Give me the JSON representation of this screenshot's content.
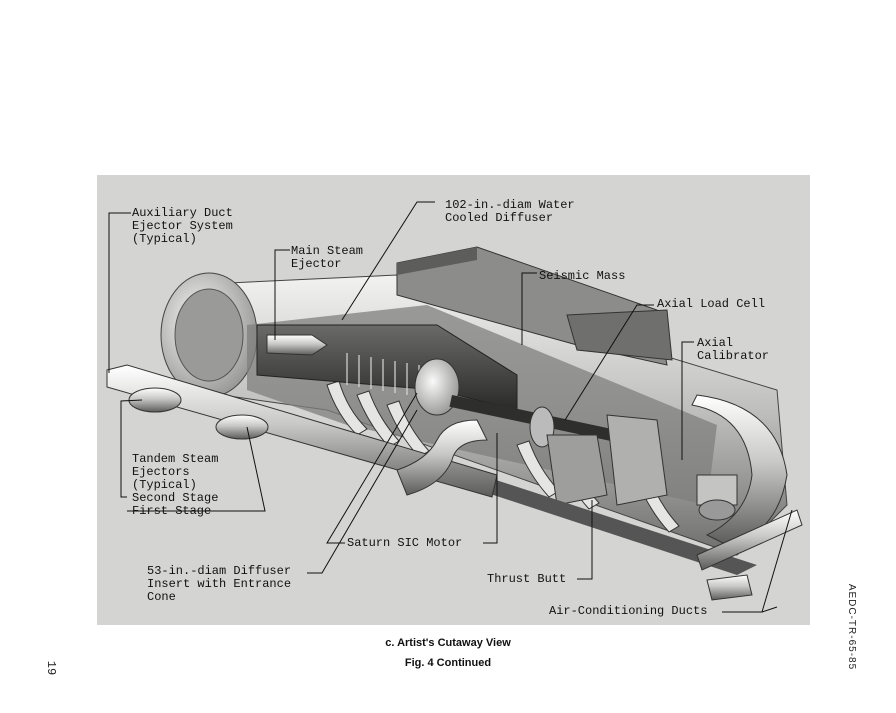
{
  "figure": {
    "labels": {
      "aux_duct_1": "Auxiliary Duct",
      "aux_duct_2": "Ejector System",
      "aux_duct_3": "(Typical)",
      "diffuser102_1": "102-in.-diam Water",
      "diffuser102_2": "Cooled Diffuser",
      "main_steam_1": "Main Steam",
      "main_steam_2": "Ejector",
      "seismic_mass": "Seismic Mass",
      "axial_load_cell": "Axial Load Cell",
      "axial_cal_1": "Axial",
      "axial_cal_2": "Calibrator",
      "tandem_1": "Tandem Steam",
      "tandem_2": "Ejectors",
      "tandem_3": "(Typical)",
      "second_stage": "Second Stage",
      "first_stage": "First Stage",
      "saturn_motor": "Saturn SIC Motor",
      "diffuser53_1": "53-in.-diam Diffuser",
      "diffuser53_2": "Insert with Entrance",
      "diffuser53_3": "Cone",
      "thrust_butt": "Thrust Butt",
      "air_ducts": "Air-Conditioning Ducts"
    }
  },
  "caption": {
    "view": "c. Artist's Cutaway View",
    "fig": "Fig. 4 Continued"
  },
  "page_number": "19",
  "report_id": "AEDC-TR-65-85",
  "colors": {
    "background": "#d4d4d2",
    "ink": "#111111"
  }
}
